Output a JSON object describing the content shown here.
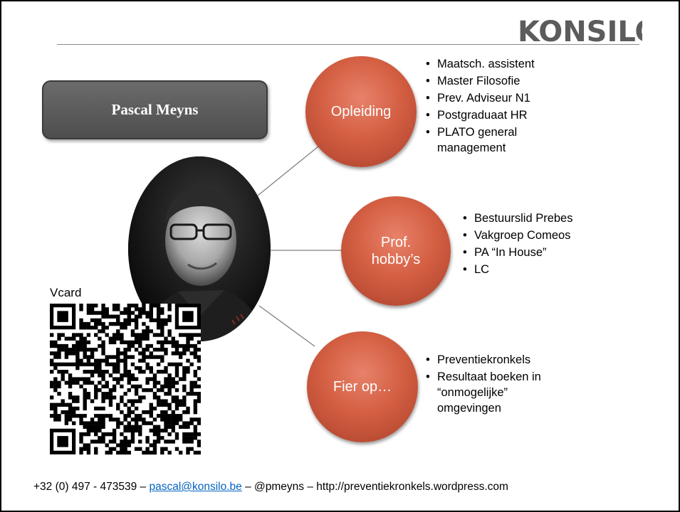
{
  "logo": {
    "text": "KONSILO"
  },
  "name_box": {
    "text": "Pascal Meyns"
  },
  "portrait": {
    "icon": "portrait-photo"
  },
  "nodes": [
    {
      "label": "Opleiding",
      "bullets": [
        "Maatsch. assistent",
        "Master Filosofie",
        "Prev. Adviseur N1",
        "Postgraduaat HR",
        "PLATO general management"
      ]
    },
    {
      "label": "Prof.\nhobby’s",
      "bullets": [
        "Bestuurslid Prebes",
        "Vakgroep Comeos",
        "PA “In House”",
        "LC"
      ]
    },
    {
      "label": "Fier op…",
      "bullets": [
        "Preventiekronkels",
        "Resultaat boeken in “onmogelijke” omgevingen"
      ]
    }
  ],
  "vcard": {
    "label": "Vcard",
    "icon": "qr-code"
  },
  "footer": {
    "phone": "+32 (0) 497 - 473539 –",
    "email": "pascal@konsilo.be",
    "rest": " –  @pmeyns – http://preventiekronkels.wordpress.com"
  },
  "colors": {
    "node_fill": "#d45f43",
    "name_box": "#5a5a5a",
    "link": "#0563c1"
  }
}
